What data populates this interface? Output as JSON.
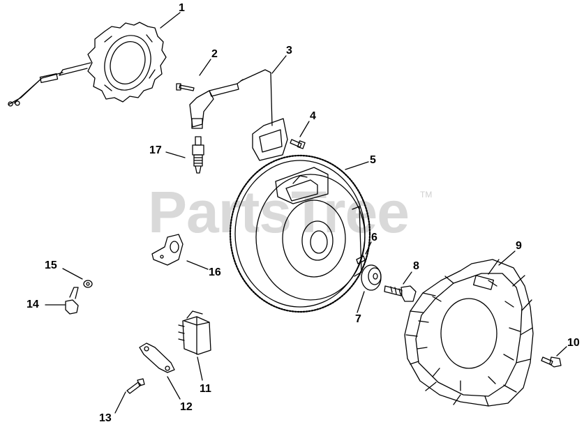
{
  "watermark": {
    "text": "PartsTree",
    "tm": "TM"
  },
  "callouts": {
    "p1": "1",
    "p2": "2",
    "p3": "3",
    "p4": "4",
    "p5": "5",
    "p6": "6",
    "p7": "7",
    "p8": "8",
    "p9": "9",
    "p10": "10",
    "p11": "11",
    "p12": "12",
    "p13": "13",
    "p14": "14",
    "p15": "15",
    "p16": "16",
    "p17": "17"
  }
}
